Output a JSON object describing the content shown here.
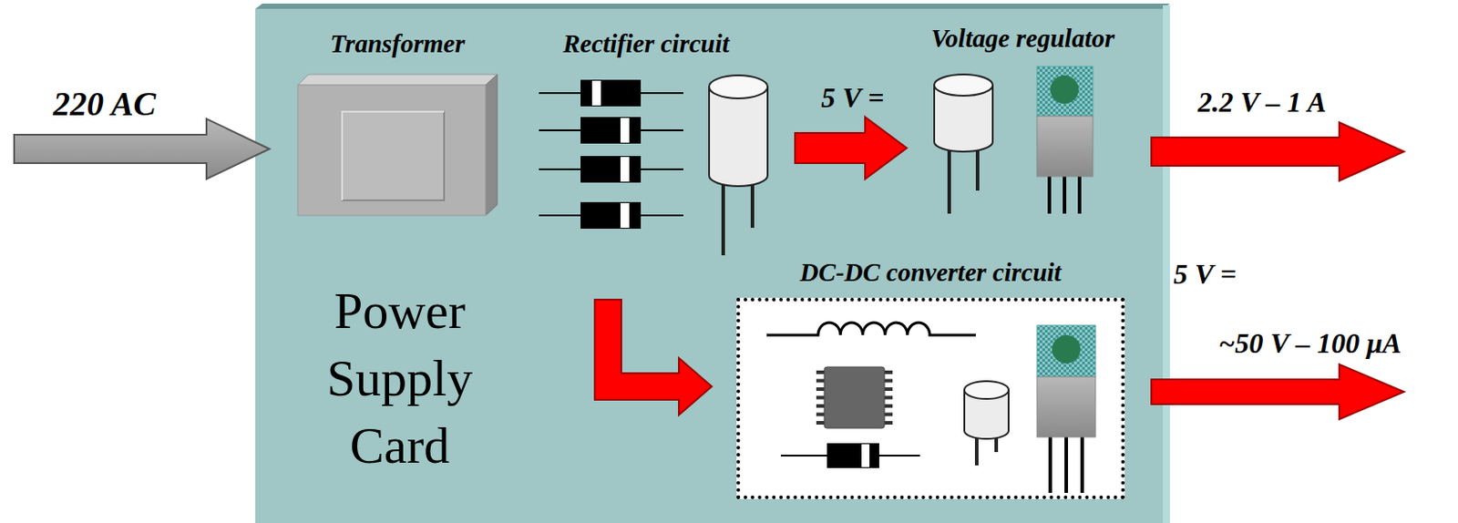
{
  "diagram": {
    "nodes": [
      {
        "text": [
          "Power Supply Card"
        ]
      },
      {
        "text": [
          "Transformer"
        ],
        "in": 0
      },
      {
        "text": [
          "DC-DC converter circuit"
        ],
        "in": 0
      }
    ],
    "labels": [
      "220 AC",
      "Rectifier circuit",
      "5 V =",
      "Voltage regulator",
      "2.2 V – 1 A",
      "5 V =",
      "~50 V – 100 μA"
    ]
  }
}
